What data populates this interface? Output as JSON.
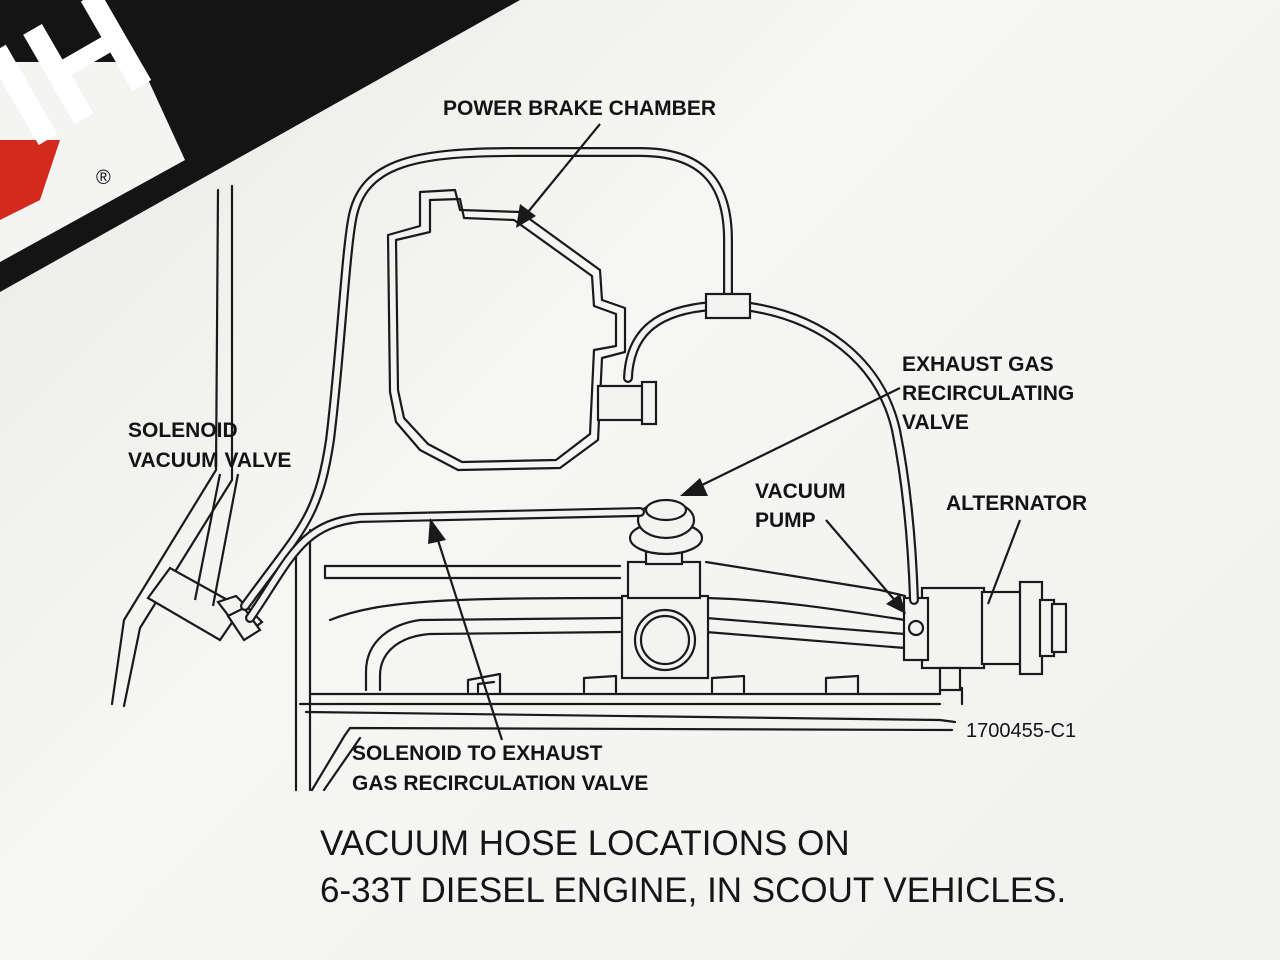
{
  "logo": {
    "text": "IH",
    "registered_mark": "®"
  },
  "labels": {
    "power_brake_chamber": "POWER BRAKE CHAMBER",
    "exhaust_gas_recirculating_valve": [
      "EXHAUST GAS",
      "RECIRCULATING",
      "VALVE"
    ],
    "solenoid_vacuum_valve": [
      "SOLENOID",
      "VACUUM VALVE"
    ],
    "vacuum_pump": [
      "VACUUM",
      "PUMP"
    ],
    "alternator": "ALTERNATOR",
    "solenoid_to_egr_valve": [
      "SOLENOID TO EXHAUST",
      "GAS RECIRCULATION VALVE"
    ]
  },
  "reference_number": "1700455-C1",
  "caption": [
    "VACUUM HOSE LOCATIONS ON",
    "6-33T DIESEL ENGINE, IN SCOUT VEHICLES."
  ],
  "colors": {
    "banner": "#141414",
    "logo_red": "#d42a1e",
    "ink": "#1a1a1a",
    "paper": "#f3f3f1"
  }
}
